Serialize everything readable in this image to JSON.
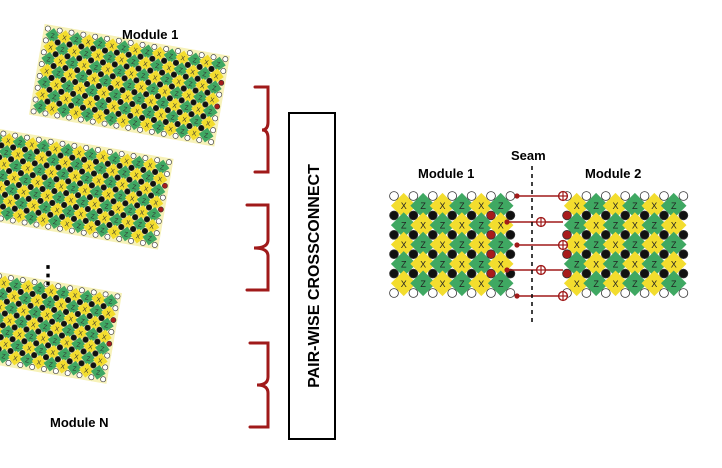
{
  "left_panel": {
    "module_top_label": "Module 1",
    "module_bottom_label": "Module N",
    "ellipsis": "⋮",
    "crossconnect_label": "PAIR-WISE CROSSCONNECT"
  },
  "right_panel": {
    "module_left_label": "Module 1",
    "module_right_label": "Module 2",
    "seam_label": "Seam",
    "stabilizer_x": "X",
    "stabilizer_z": "Z"
  },
  "colors": {
    "yellow": "#f3dd2e",
    "green": "#3fa862",
    "red_qubit": "#a71b1b",
    "bracket": "#a01a1a",
    "black_qubit": "#111111",
    "seam_line": "#000000"
  }
}
